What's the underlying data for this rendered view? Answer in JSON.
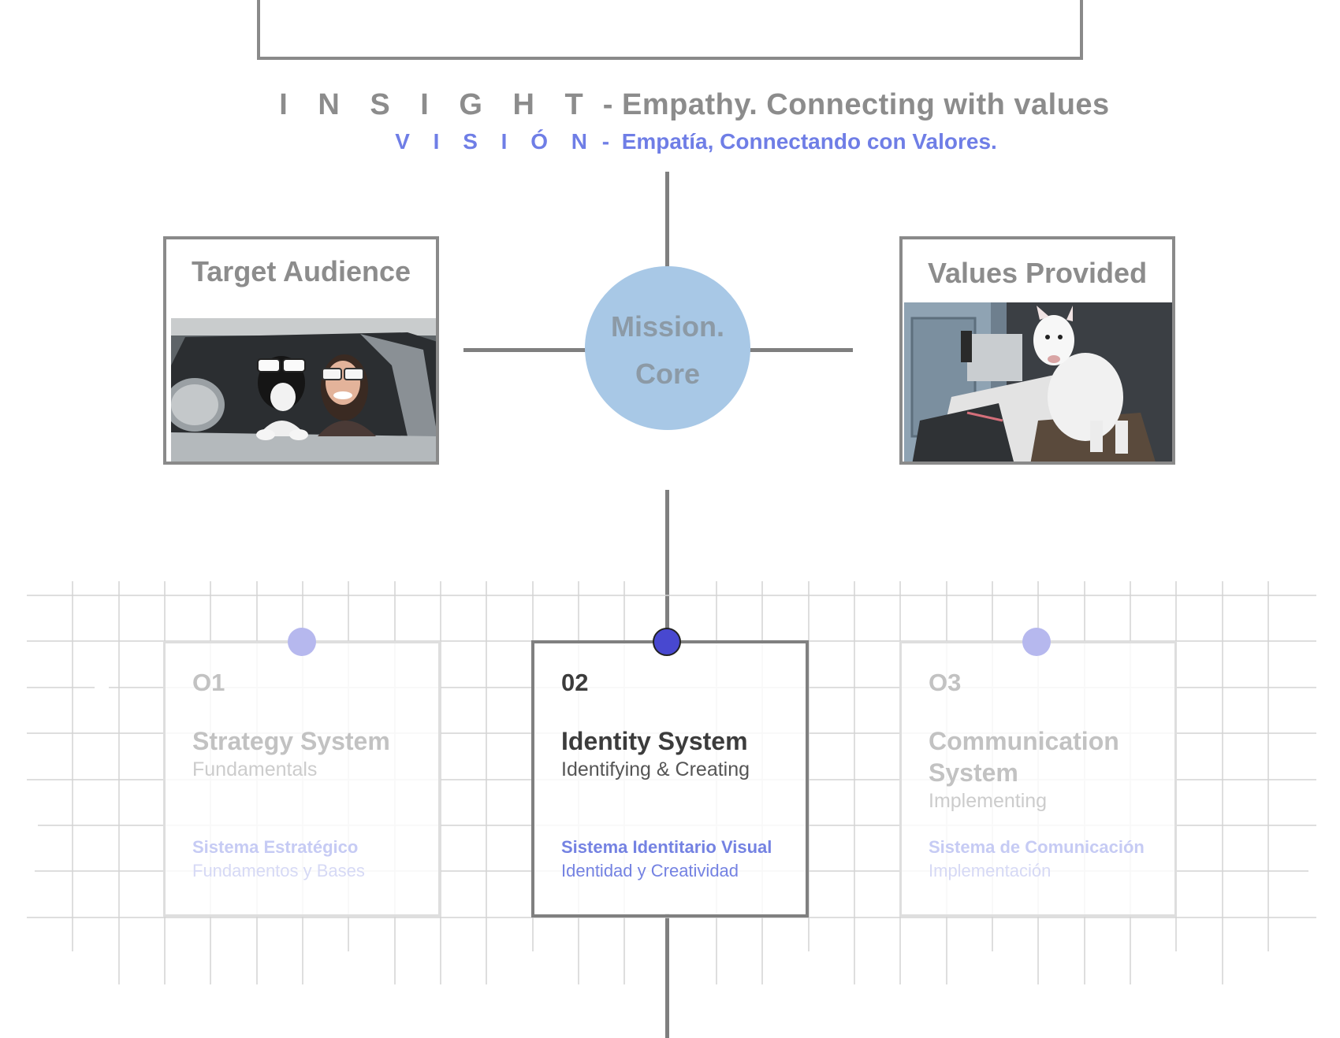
{
  "header": {
    "insight_label": "I N S I G H T",
    "insight_separator": " - ",
    "insight_text": "Empathy. Connecting with values",
    "vision_label": "V I S I Ó N",
    "vision_separator": " -  ",
    "vision_text": "Empatía, Connectando con Valores."
  },
  "core": {
    "line1": "Mission.",
    "line2": "Core"
  },
  "target_card": {
    "title": "Target Audience",
    "image": "dog-and-woman-in-car-photo"
  },
  "values_card": {
    "title": "Values Provided",
    "image": "bull-terrier-at-sewing-machine-photo"
  },
  "systems": [
    {
      "number": "O1",
      "name": "Strategy System",
      "subtitle": "Fundamentals",
      "es_name": "Sistema Estratégico",
      "es_subtitle": "Fundamentos y Bases",
      "state": "inactive"
    },
    {
      "number": "02",
      "name": "Identity System",
      "subtitle": "Identifying & Creating",
      "es_name": "Sistema Identitario Visual",
      "es_subtitle": "Identidad y Creatividad",
      "state": "active"
    },
    {
      "number": "O3",
      "name": "Communication System",
      "subtitle": "Implementing",
      "es_name": "Sistema de Comunicación",
      "es_subtitle": "Implementación",
      "state": "inactive"
    }
  ],
  "colors": {
    "accent": "#4848d0",
    "accent_light": "#b6b8ee",
    "mission_circle": "#a8c8e6",
    "vision_text": "#6f7ee6"
  }
}
